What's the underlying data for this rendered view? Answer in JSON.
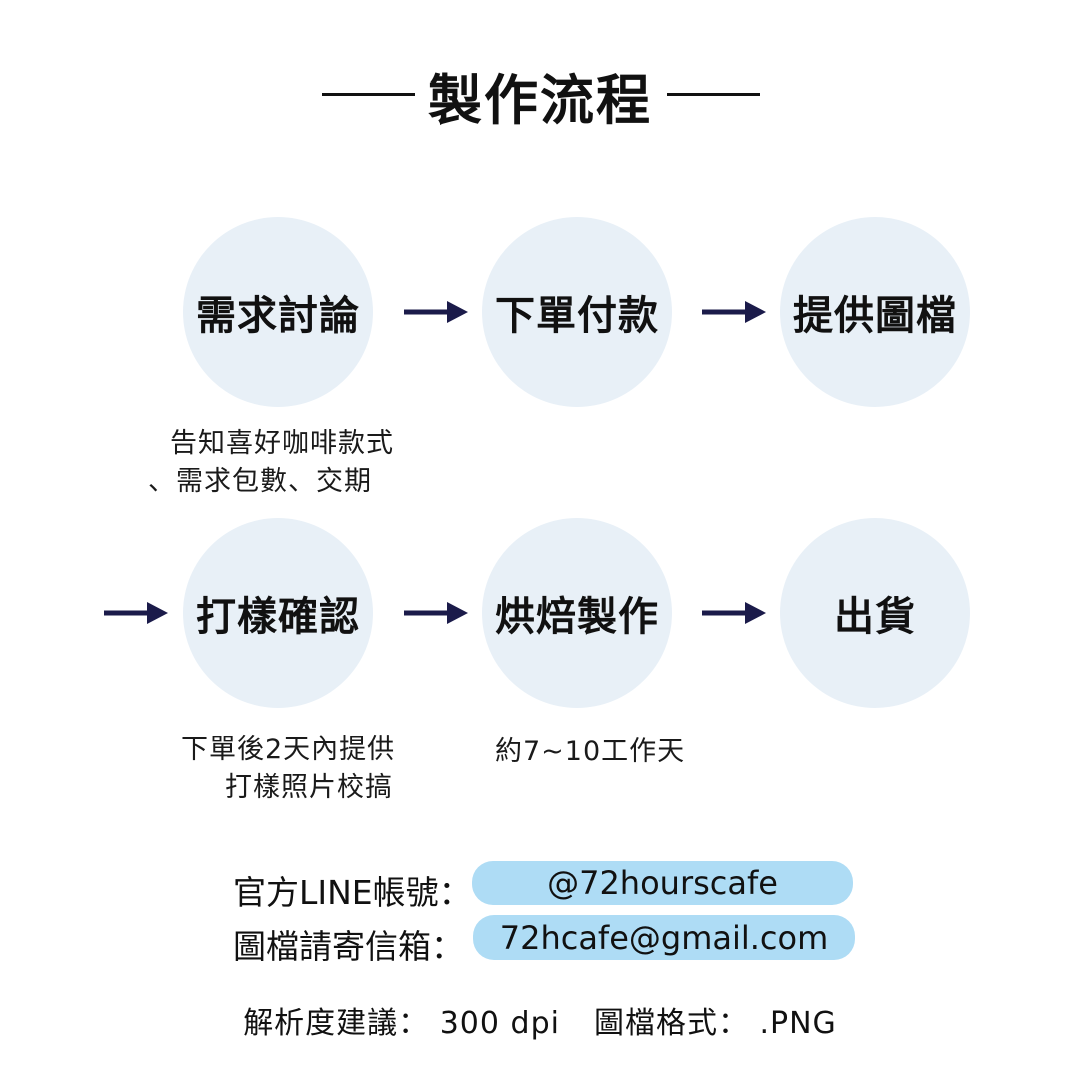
{
  "title": {
    "text": "製作流程"
  },
  "colors": {
    "circle_fill": "#e8f0f7",
    "arrow": "#1b1b4a",
    "badge_fill": "#aedcf5",
    "text": "#111111"
  },
  "flow": {
    "steps": [
      {
        "id": "discuss",
        "label": "需求討論"
      },
      {
        "id": "order",
        "label": "下單付款"
      },
      {
        "id": "artwork",
        "label": "提供圖檔"
      },
      {
        "id": "sample",
        "label": "打樣確認"
      },
      {
        "id": "roast",
        "label": "烘焙製作"
      },
      {
        "id": "ship",
        "label": "出貨"
      }
    ],
    "notes": {
      "discuss_line1": "告知喜好咖啡款式",
      "discuss_line2": "、需求包數、交期",
      "sample_line1": "下單後2天內提供",
      "sample_line2": "打樣照片校搞",
      "roast_line1": "約7~10工作天"
    }
  },
  "contact": {
    "line_label": "官方LINE帳號：",
    "line_value": "@72hourscafe",
    "email_label": "圖檔請寄信箱：",
    "email_value": "72hcafe@gmail.com"
  },
  "footer": {
    "resolution": "解析度建議： 300 dpi",
    "format": "圖檔格式： .PNG"
  }
}
